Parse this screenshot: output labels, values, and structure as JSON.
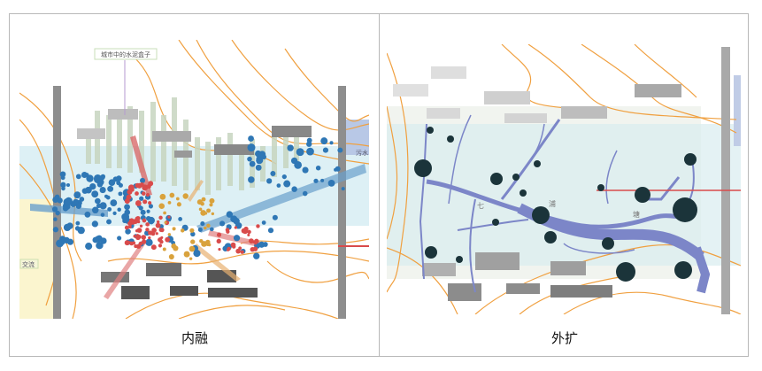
{
  "panels": [
    {
      "caption": "内融",
      "labels": {
        "top_box": "城市中的水泥盒子",
        "right_box": "污水",
        "left_box": "交流"
      }
    },
    {
      "caption": "外扩",
      "labels": {
        "river_1": "七",
        "river_2": "浦",
        "river_3": "塘"
      }
    }
  ],
  "colors": {
    "contour": "#f0a040",
    "river": "#7c86c8",
    "water_band": "#cfe8ef",
    "node": "#1b343a",
    "red": "#d94b4b",
    "blue_dot": "#2f77b5",
    "gold": "#d9a23c"
  }
}
